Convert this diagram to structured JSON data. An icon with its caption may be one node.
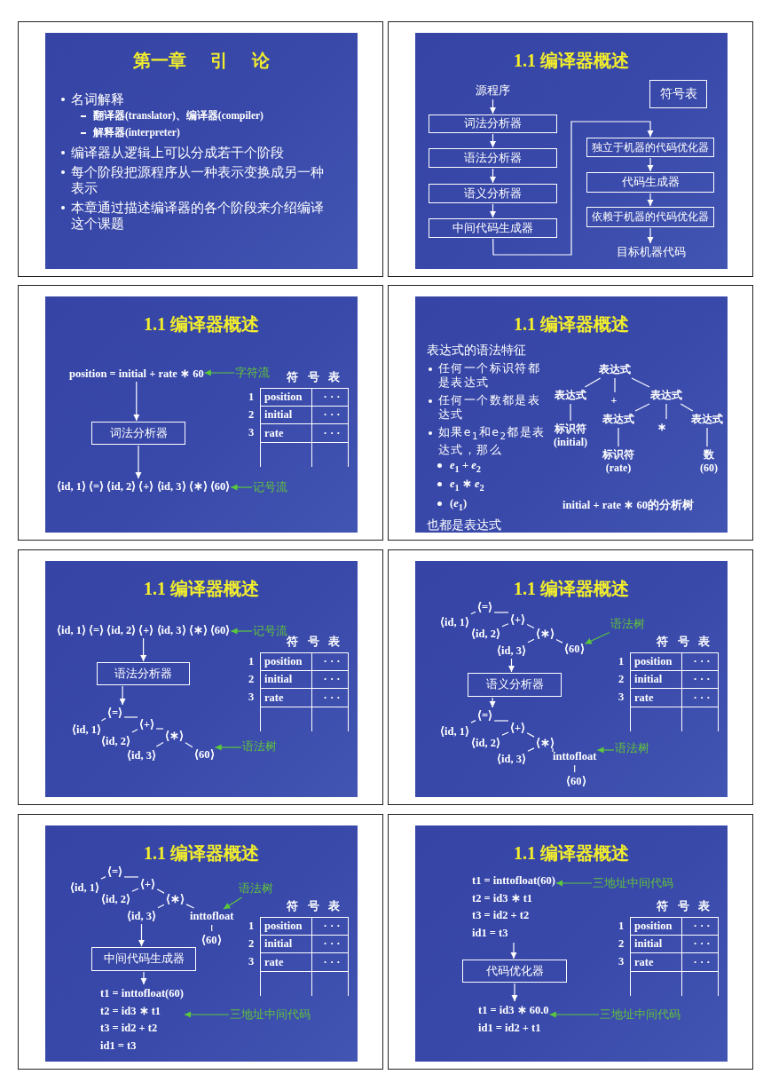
{
  "diagram": {
    "nodes": [
      {
        "text": [
          "第一章 引 论",
          "名词解释",
          "翻译器(translator)、编译器(compiler)",
          "解释器(interpreter)",
          "编译器从逻辑上可以分成若干个阶段",
          "每个阶段把源程序从一种表示变换成另一种表示",
          "本章通过描述编译器的各个阶段来介绍编译这个课题"
        ]
      },
      {
        "text": [
          "1.1 编译器概述"
        ]
      },
      {
        "text": [
          "源程序"
        ],
        "in": 1
      },
      {
        "text": [
          "词法分析器"
        ],
        "in": 1
      },
      {
        "text": [
          "语法分析器"
        ],
        "in": 1
      },
      {
        "text": [
          "语义分析器"
        ],
        "in": 1
      },
      {
        "text": [
          "中间代码生成器"
        ],
        "in": 1
      },
      {
        "text": [
          "独立于机器的代码优化器"
        ],
        "in": 1
      },
      {
        "text": [
          "代码生成器"
        ],
        "in": 1
      },
      {
        "text": [
          "依赖于机器的代码优化器"
        ],
        "in": 1
      },
      {
        "text": [
          "目标机器代码"
        ],
        "in": 1
      },
      {
        "text": [
          "符号表"
        ],
        "in": 1
      },
      {
        "text": [
          "1.1 编译器概述"
        ]
      },
      {
        "text": [
          "position = initial + rate ∗ 60"
        ],
        "in": 12
      },
      {
        "text": [
          "字符流"
        ],
        "in": 12
      },
      {
        "text": [
          "词法分析器"
        ],
        "in": 12
      },
      {
        "text": [
          "⟨id, 1⟩ ⟨=⟩ ⟨id, 2⟩ ⟨+⟩ ⟨id, 3⟩ ⟨∗⟩ ⟨60⟩"
        ],
        "in": 12
      },
      {
        "text": [
          "记号流"
        ],
        "in": 12
      },
      {
        "text": [
          "符 号 表",
          "1",
          "position",
          "· · ·",
          "2",
          "initial",
          "· · ·",
          "3",
          "rate",
          "· · ·"
        ],
        "in": 12
      },
      {
        "text": [
          "1.1 编译器概述",
          "表达式的语法特征",
          "任何一个标识符都是表达式",
          "任何一个数都是表达式",
          "如果e$_{1}$和e$_{2}$都是表达式，那么",
          "*e*$_{1}$ + *e*$_{2}$",
          "*e*$_{1}$ ∗ *e*$_{2}$",
          "(*e*$_{1}$)",
          "也都是表达式",
          "initial + rate ∗  60的分析树"
        ]
      },
      {
        "text": [
          "表达式"
        ],
        "in": 19
      },
      {
        "text": [
          "表达式"
        ],
        "in": 19
      },
      {
        "text": [
          "+"
        ],
        "in": 19
      },
      {
        "text": [
          "表达式"
        ],
        "in": 19
      },
      {
        "text": [
          "标识符 (initial)"
        ],
        "in": 19
      },
      {
        "text": [
          "表达式"
        ],
        "in": 19
      },
      {
        "text": [
          "∗"
        ],
        "in": 19
      },
      {
        "text": [
          "表达式"
        ],
        "in": 19
      },
      {
        "text": [
          "标识符 (rate)"
        ],
        "in": 19
      },
      {
        "text": [
          "数 (60)"
        ],
        "in": 19
      },
      {
        "text": [
          "1.1 编译器概述"
        ]
      },
      {
        "text": [
          "⟨id, 1⟩ ⟨=⟩ ⟨id, 2⟩ ⟨+⟩ ⟨id, 3⟩ ⟨∗⟩ ⟨60⟩"
        ],
        "in": 30
      },
      {
        "text": [
          "记号流"
        ],
        "in": 30
      },
      {
        "text": [
          "语法分析器"
        ],
        "in": 30
      },
      {
        "text": [
          "⟨=⟩"
        ],
        "in": 30
      },
      {
        "text": [
          "⟨id, 1⟩"
        ],
        "in": 30
      },
      {
        "text": [
          "⟨+⟩"
        ],
        "in": 30
      },
      {
        "text": [
          "⟨id, 2⟩"
        ],
        "in": 30
      },
      {
        "text": [
          "⟨∗⟩"
        ],
        "in": 30
      },
      {
        "text": [
          "⟨id, 3⟩"
        ],
        "in": 30
      },
      {
        "text": [
          "⟨60⟩"
        ],
        "in": 30
      },
      {
        "text": [
          "语法树"
        ],
        "in": 30
      },
      {
        "text": [
          "符 号 表",
          "1",
          "position",
          "· · ·",
          "2",
          "initial",
          "· · ·",
          "3",
          "rate",
          "· · ·"
        ],
        "in": 30
      },
      {
        "text": [
          "1.1 编译器概述"
        ]
      },
      {
        "text": [
          "⟨=⟩"
        ],
        "in": 43
      },
      {
        "text": [
          "⟨id, 1⟩"
        ],
        "in": 43
      },
      {
        "text": [
          "⟨+⟩"
        ],
        "in": 43
      },
      {
        "text": [
          "⟨id, 2⟩"
        ],
        "in": 43
      },
      {
        "text": [
          "⟨∗⟩"
        ],
        "in": 43
      },
      {
        "text": [
          "⟨id, 3⟩"
        ],
        "in": 43
      },
      {
        "text": [
          "⟨60⟩"
        ],
        "in": 43
      },
      {
        "text": [
          "语法树"
        ],
        "in": 43
      },
      {
        "text": [
          "语义分析器"
        ],
        "in": 43
      },
      {
        "text": [
          "⟨=⟩"
        ],
        "in": 43
      },
      {
        "text": [
          "⟨id, 1⟩"
        ],
        "in": 43
      },
      {
        "text": [
          "⟨+⟩"
        ],
        "in": 43
      },
      {
        "text": [
          "⟨id, 2⟩"
        ],
        "in": 43
      },
      {
        "text": [
          "⟨∗⟩"
        ],
        "in": 43
      },
      {
        "text": [
          "⟨id, 3⟩"
        ],
        "in": 43
      },
      {
        "text": [
          "inttofloat"
        ],
        "in": 43
      },
      {
        "text": [
          "⟨60⟩"
        ],
        "in": 43
      },
      {
        "text": [
          "语法树"
        ],
        "in": 43
      },
      {
        "text": [
          "符 号 表",
          "1",
          "position",
          "· · ·",
          "2",
          "initial",
          "· · ·",
          "3",
          "rate",
          "· · ·"
        ],
        "in": 43
      },
      {
        "text": [
          "1.1 编译器概述"
        ]
      },
      {
        "text": [
          "⟨=⟩"
        ],
        "in": 63
      },
      {
        "text": [
          "⟨id, 1⟩"
        ],
        "in": 63
      },
      {
        "text": [
          "⟨+⟩"
        ],
        "in": 63
      },
      {
        "text": [
          "⟨id, 2⟩"
        ],
        "in": 63
      },
      {
        "text": [
          "⟨∗⟩"
        ],
        "in": 63
      },
      {
        "text": [
          "⟨id, 3⟩"
        ],
        "in": 63
      },
      {
        "text": [
          "inttofloat"
        ],
        "in": 63
      },
      {
        "text": [
          "⟨60⟩"
        ],
        "in": 63
      },
      {
        "text": [
          "语法树"
        ],
        "in": 63
      },
      {
        "text": [
          "中间代码生成器"
        ],
        "in": 63
      },
      {
        "text": [
          "t1 = inttofloat(60)",
          "t2 = id3 ∗ t1",
          "t3 = id2 + t2",
          "id1 = t3"
        ],
        "in": 63
      },
      {
        "text": [
          "三地址中间代码"
        ],
        "in": 63
      },
      {
        "text": [
          "符 号 表",
          "1",
          "position",
          "· · ·",
          "2",
          "initial",
          "· · ·",
          "3",
          "rate",
          "· · ·"
        ],
        "in": 63
      },
      {
        "text": [
          "1.1 编译器概述"
        ]
      },
      {
        "text": [
          "t1 = inttofloat(60)",
          "t2 = id3 ∗ t1",
          "t3 = id2 + t2",
          "id1 = t3"
        ],
        "in": 77
      },
      {
        "text": [
          "三地址中间代码"
        ],
        "in": 77
      },
      {
        "text": [
          "代码优化器"
        ],
        "in": 77
      },
      {
        "text": [
          "t1 = id3 ∗ 60.0",
          "id1 = id2 + t1"
        ],
        "in": 77
      },
      {
        "text": [
          "三地址中间代码"
        ],
        "in": 77
      },
      {
        "text": [
          "符 号 表",
          "1",
          "position",
          "· · ·",
          "2",
          "initial",
          "· · ·",
          "3",
          "rate",
          "· · ·"
        ],
        "in": 77
      }
    ],
    "edges": [
      {
        "from": 2,
        "to": 3,
        "arrow": "to"
      },
      {
        "from": 3,
        "to": 4,
        "arrow": "to"
      },
      {
        "from": 4,
        "to": 5,
        "arrow": "to"
      },
      {
        "from": 5,
        "to": 6,
        "arrow": "to"
      },
      {
        "from": 6,
        "to": 7,
        "arrow": "to"
      },
      {
        "from": 7,
        "to": 8,
        "arrow": "to"
      },
      {
        "from": 8,
        "to": 9,
        "arrow": "to"
      },
      {
        "from": 9,
        "to": 10,
        "arrow": "to"
      },
      {
        "from": 14,
        "to": 13,
        "arrow": "to",
        "color": "#5cc93a"
      },
      {
        "from": 13,
        "to": 15,
        "arrow": "to"
      },
      {
        "from": 15,
        "to": 16,
        "arrow": "to"
      },
      {
        "from": 17,
        "to": 16,
        "arrow": "to",
        "color": "#5cc93a"
      },
      {
        "from": 20,
        "to": 21,
        "arrow": "none"
      },
      {
        "from": 20,
        "to": 22,
        "arrow": "none"
      },
      {
        "from": 20,
        "to": 23,
        "arrow": "none"
      },
      {
        "from": 21,
        "to": 24,
        "arrow": "none"
      },
      {
        "from": 23,
        "to": 25,
        "arrow": "none"
      },
      {
        "from": 23,
        "to": 26,
        "arrow": "none"
      },
      {
        "from": 23,
        "to": 27,
        "arrow": "none"
      },
      {
        "from": 25,
        "to": 28,
        "arrow": "none"
      },
      {
        "from": 27,
        "to": 29,
        "arrow": "none"
      },
      {
        "from": 32,
        "to": 31,
        "arrow": "to",
        "color": "#5cc93a"
      },
      {
        "from": 31,
        "to": 33,
        "arrow": "to"
      },
      {
        "from": 33,
        "to": 34,
        "arrow": "to"
      },
      {
        "from": 34,
        "to": 35,
        "arrow": "none"
      },
      {
        "from": 34,
        "to": 36,
        "arrow": "none"
      },
      {
        "from": 36,
        "to": 37,
        "arrow": "none"
      },
      {
        "from": 36,
        "to": 38,
        "arrow": "none"
      },
      {
        "from": 38,
        "to": 39,
        "arrow": "none"
      },
      {
        "from": 38,
        "to": 40,
        "arrow": "none"
      },
      {
        "from": 41,
        "to": 40,
        "arrow": "to",
        "color": "#5cc93a"
      },
      {
        "from": 44,
        "to": 45,
        "arrow": "none"
      },
      {
        "from": 44,
        "to": 46,
        "arrow": "none"
      },
      {
        "from": 46,
        "to": 47,
        "arrow": "none"
      },
      {
        "from": 46,
        "to": 48,
        "arrow": "none"
      },
      {
        "from": 48,
        "to": 49,
        "arrow": "none"
      },
      {
        "from": 48,
        "to": 50,
        "arrow": "none"
      },
      {
        "from": 51,
        "to": 50,
        "arrow": "to",
        "color": "#5cc93a"
      },
      {
        "from": 49,
        "to": 52,
        "arrow": "to"
      },
      {
        "from": 52,
        "to": 53,
        "arrow": "to"
      },
      {
        "from": 53,
        "to": 54,
        "arrow": "none"
      },
      {
        "from": 53,
        "to": 55,
        "arrow": "none"
      },
      {
        "from": 55,
        "to": 56,
        "arrow": "none"
      },
      {
        "from": 55,
        "to": 57,
        "arrow": "none"
      },
      {
        "from": 57,
        "to": 58,
        "arrow": "none"
      },
      {
        "from": 57,
        "to": 59,
        "arrow": "none"
      },
      {
        "from": 59,
        "to": 60,
        "arrow": "none"
      },
      {
        "from": 61,
        "to": 59,
        "arrow": "to",
        "color": "#5cc93a"
      },
      {
        "from": 64,
        "to": 65,
        "arrow": "none"
      },
      {
        "from": 64,
        "to": 66,
        "arrow": "none"
      },
      {
        "from": 66,
        "to": 67,
        "arrow": "none"
      },
      {
        "from": 66,
        "to": 68,
        "arrow": "none"
      },
      {
        "from": 68,
        "to": 69,
        "arrow": "none"
      },
      {
        "from": 68,
        "to": 70,
        "arrow": "none"
      },
      {
        "from": 70,
        "to": 71,
        "arrow": "none"
      },
      {
        "from": 72,
        "to": 70,
        "arrow": "to",
        "color": "#5cc93a"
      },
      {
        "from": 69,
        "to": 73,
        "arrow": "to"
      },
      {
        "from": 73,
        "to": 74,
        "arrow": "to"
      },
      {
        "from": 75,
        "to": 74,
        "arrow": "to",
        "color": "#5cc93a"
      },
      {
        "from": 79,
        "to": 78,
        "arrow": "to",
        "color": "#5cc93a"
      },
      {
        "from": 78,
        "to": 80,
        "arrow": "to"
      },
      {
        "from": 80,
        "to": 81,
        "arrow": "to"
      },
      {
        "from": 82,
        "to": 81,
        "arrow": "to",
        "color": "#5cc93a"
      }
    ]
  }
}
